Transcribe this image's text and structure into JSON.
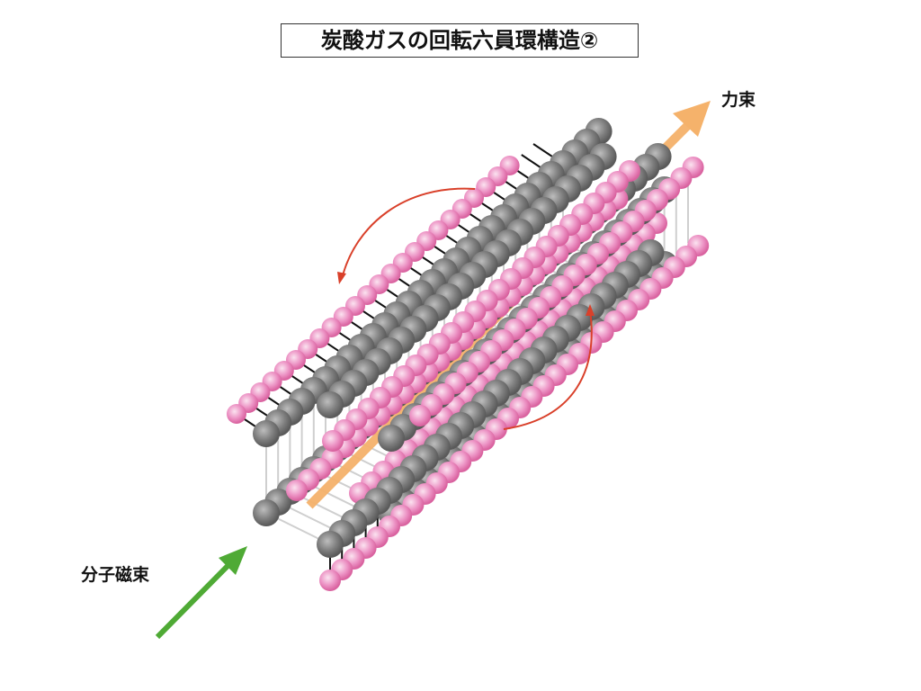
{
  "title": "炭酸ガスの回転六員環構造②",
  "labels": {
    "force_flux": "力束",
    "molecular_flux": "分子磁束"
  },
  "colors": {
    "pink_atom": "#e77fb9",
    "gray_atom": "#808080",
    "force_arrow": "#f5b26b",
    "flux_arrow": "#4faa35",
    "rotation_arrow": "#d9402a"
  }
}
